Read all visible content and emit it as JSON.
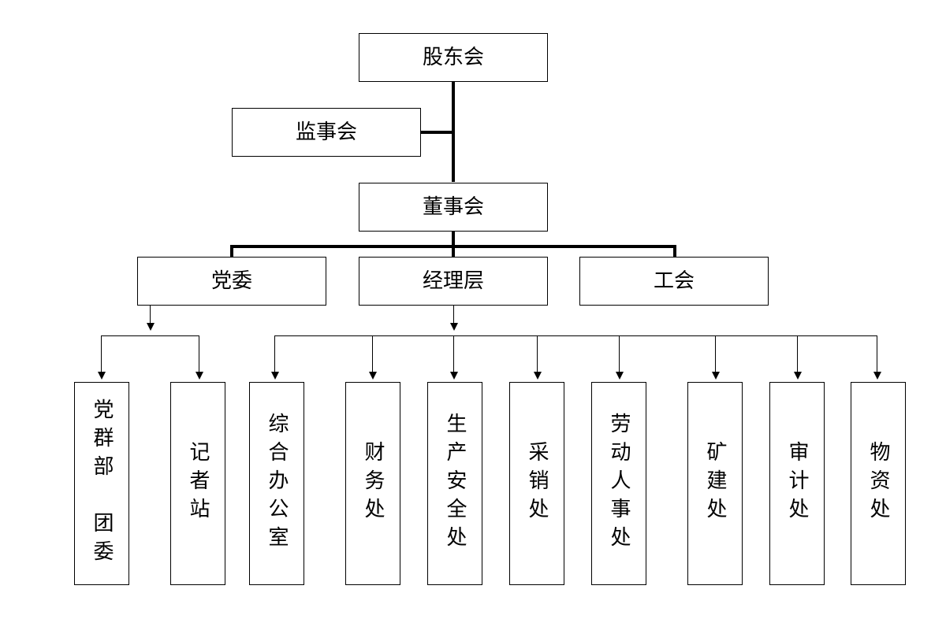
{
  "top": {
    "shareholders": "股东会",
    "supervisors": "监事会",
    "board": "董事会"
  },
  "middle": {
    "party_committee": "党委",
    "management": "经理层",
    "union": "工会"
  },
  "party_units": [
    "党群部　团委",
    "记者站"
  ],
  "mgmt_units": [
    "综合办公室",
    "财务处",
    "生产安全处",
    "采销处",
    "劳动人事处",
    "矿建处",
    "审计处",
    "物资处"
  ]
}
